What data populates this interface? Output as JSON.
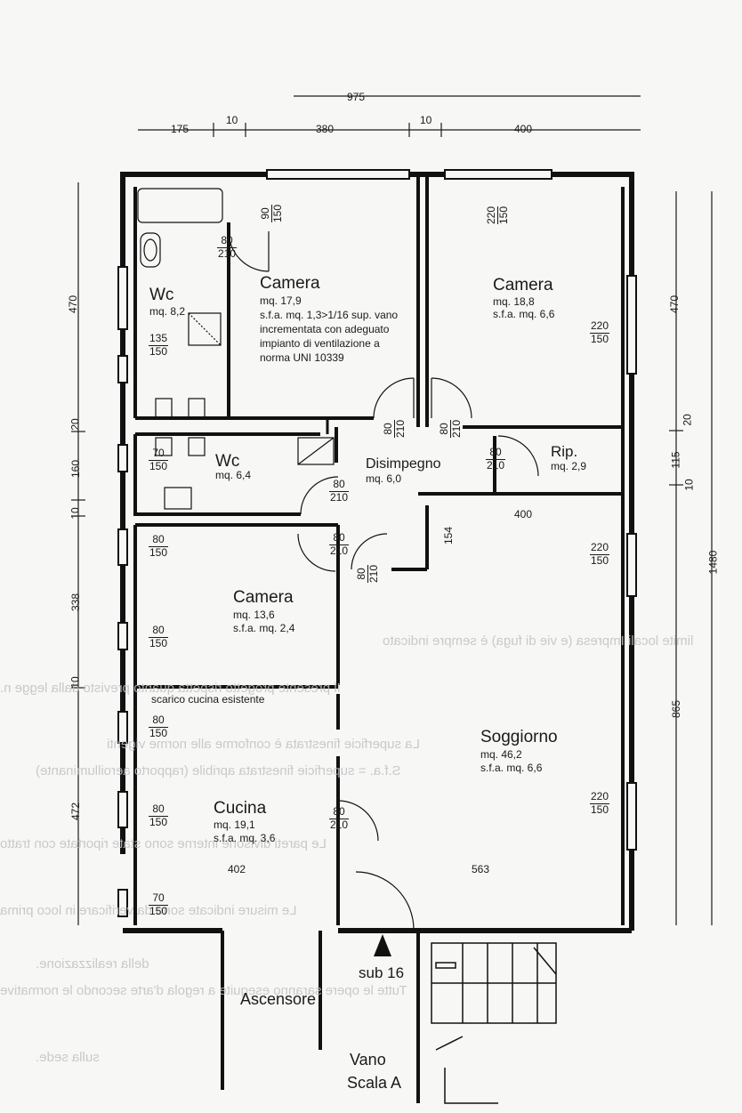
{
  "title_dims": {
    "partial": "975"
  },
  "top_dims": [
    "175",
    "10",
    "380",
    "10",
    "400"
  ],
  "left_dims": [
    "470",
    "20",
    "160",
    "10",
    "338",
    "10",
    "472"
  ],
  "right_dims_inner": [
    "470",
    "20",
    "115",
    "10",
    "865"
  ],
  "right_dims_outer": "1480",
  "rooms": {
    "wc1": {
      "name": "Wc",
      "area": "mq. 8,2"
    },
    "camera1": {
      "name": "Camera",
      "area": "mq. 17,9",
      "desc": [
        "s.f.a. mq. 1,3>1/16 sup. vano",
        "incrementata con adeguato",
        "impianto di ventilazione a",
        "norma UNI 10339"
      ]
    },
    "camera2": {
      "name": "Camera",
      "area": "mq. 18,8",
      "sfa": "s.f.a. mq. 6,6"
    },
    "wc2": {
      "name": "Wc",
      "area": "mq. 6,4"
    },
    "disimpegno": {
      "name": "Disimpegno",
      "area": "mq. 6,0"
    },
    "rip": {
      "name": "Rip.",
      "area": "mq. 2,9"
    },
    "camera3": {
      "name": "Camera",
      "area": "mq. 13,6",
      "sfa": "s.f.a. mq. 2,4"
    },
    "soggiorno": {
      "name": "Soggiorno",
      "area": "mq. 46,2",
      "sfa": "s.f.a. mq. 6,6"
    },
    "cucina": {
      "name": "Cucina",
      "area": "mq. 19,1",
      "sfa": "s.f.a. mq. 3,6"
    },
    "ascensore": {
      "name": "Ascensore"
    },
    "vano": {
      "line1": "Vano",
      "line2": "Scala A"
    }
  },
  "notes": {
    "scarico": "scarico cucina esistente",
    "sub": "sub 16"
  },
  "openings": {
    "a": [
      "80",
      "210"
    ],
    "b": [
      "90",
      "150"
    ],
    "c": [
      "220",
      "150"
    ],
    "d": [
      "135",
      "150"
    ],
    "e": [
      "220",
      "150"
    ],
    "f": [
      "80",
      "210"
    ],
    "g": [
      "80",
      "210"
    ],
    "h": [
      "80",
      "210"
    ],
    "i": [
      "70",
      "150"
    ],
    "j": [
      "80",
      "210"
    ],
    "k": [
      "80",
      "210"
    ],
    "l": [
      "80",
      "210"
    ],
    "m": [
      "80",
      "150"
    ],
    "n": [
      "220",
      "150"
    ],
    "o": [
      "80",
      "150"
    ],
    "p": [
      "80",
      "150"
    ],
    "q": [
      "80",
      "150"
    ],
    "r": [
      "220",
      "150"
    ],
    "s": [
      "80",
      "210"
    ],
    "t": [
      "70",
      "150"
    ]
  },
  "inner_dims": {
    "d400": "400",
    "d154": "154",
    "d402": "402",
    "d563": "563"
  },
  "bleed_lines": [
    "limite locali Impresa (e vie di fuga) è sempre indicato",
    "Il presente progetto rispetta quanto previsto dalla legge n.",
    "La superficie finestrata è conforme alle norme vigenti",
    "S.f.a. = superficie finestrata apribile (rapporto aeroilluminante)",
    "Le pareti divisorie interne sono state riportate con tratto",
    "Le misure indicate sono da verificare in loco prima",
    "della realizzazione.",
    "Tutte le opere saranno eseguite a regola d'arte secondo le normative",
    "sulla sede."
  ]
}
